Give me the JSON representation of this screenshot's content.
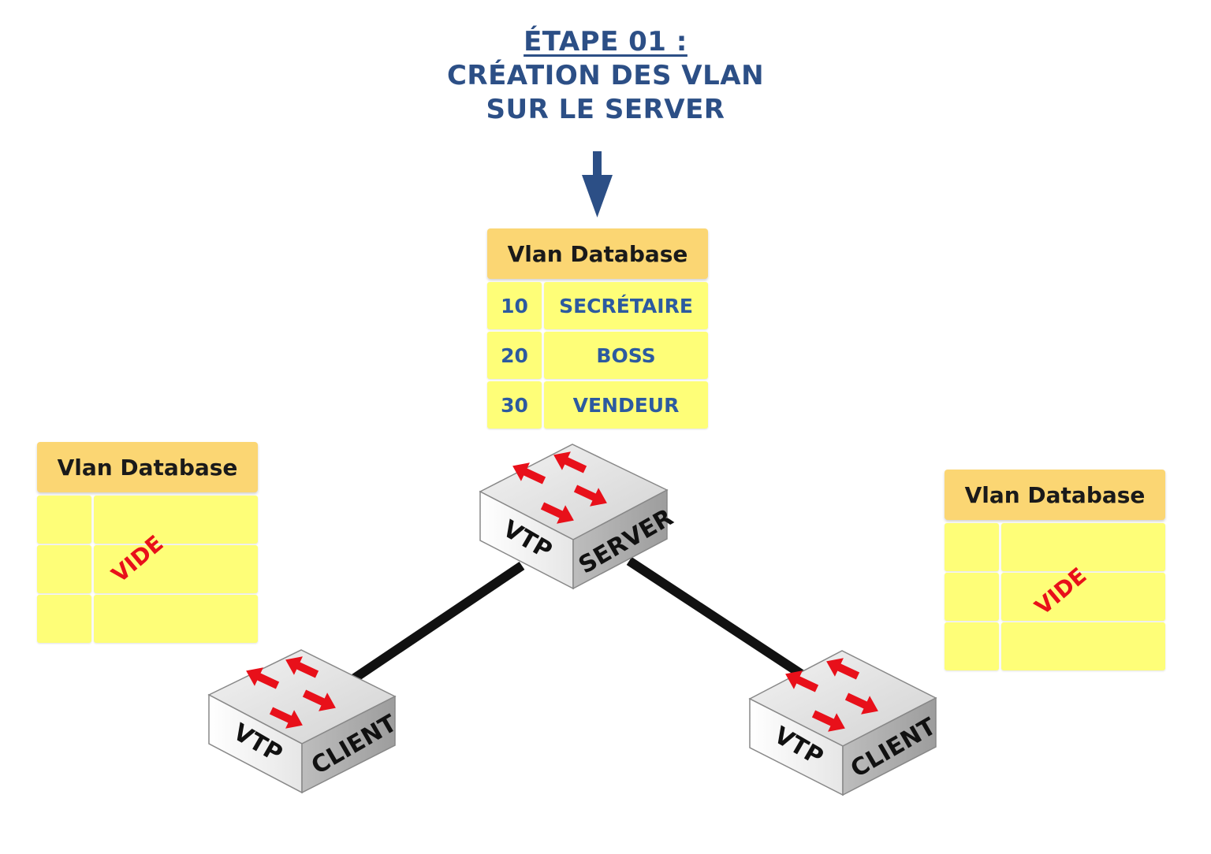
{
  "title": {
    "line1": "ÉTAPE 01 :",
    "line2": "CRÉATION DES VLAN",
    "line3": "SUR LE SERVER"
  },
  "server_db": {
    "header": "Vlan Database",
    "rows": [
      {
        "id": "10",
        "name": "SECRÉTAIRE"
      },
      {
        "id": "20",
        "name": "BOSS"
      },
      {
        "id": "30",
        "name": "VENDEUR"
      }
    ]
  },
  "left_db": {
    "header": "Vlan Database",
    "empty_label": "VIDE"
  },
  "right_db": {
    "header": "Vlan Database",
    "empty_label": "VIDE"
  },
  "switches": {
    "server": {
      "mode": "VTP",
      "role": "SERVER"
    },
    "client_left": {
      "mode": "VTP",
      "role": "CLIENT"
    },
    "client_right": {
      "mode": "VTP",
      "role": "CLIENT"
    }
  },
  "icons": {
    "arrow": "down-arrow-icon",
    "switch": "network-switch-icon"
  },
  "colors": {
    "title": "#2c4f86",
    "db_header": "#fbd673",
    "db_cell": "#fefe78",
    "db_text": "#2c5aa0",
    "vide": "#e8101a",
    "switch_arrow": "#e8101a",
    "link": "#111111"
  }
}
